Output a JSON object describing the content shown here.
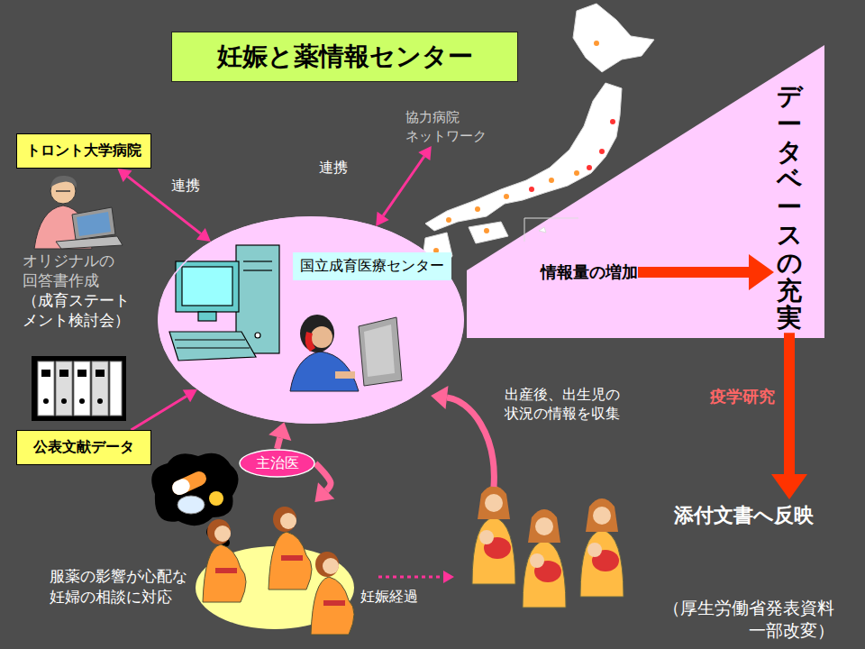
{
  "diagram": {
    "title": "妊娠と薬情報センター",
    "caption": "（厚生労働省発表資料 一部改変）",
    "nodes": [
      {
        "text": [
          "トロント大学病院"
        ]
      },
      {
        "text": [
          "公表文献データ"
        ]
      },
      {
        "text": [
          "協力病院 ネットワーク"
        ]
      },
      {
        "text": [
          "国立成育医療センター"
        ]
      },
      {
        "text": [
          "主治医"
        ]
      },
      {
        "text": [
          "服薬の影響が心配な 妊婦の相談に対応"
        ]
      },
      {
        "text": [
          "情報量の増加"
        ]
      },
      {
        "text": [
          "データベースの充実"
        ]
      },
      {
        "text": [
          "添付文書へ反映"
        ]
      }
    ],
    "edges": [
      {
        "from": 0,
        "to": 3,
        "arrow": "both",
        "label": "連携"
      },
      {
        "from": 2,
        "to": 3,
        "arrow": "both",
        "label": "連携"
      },
      {
        "from": 1,
        "to": 3,
        "arrow": "to"
      },
      {
        "from": 4,
        "to": 3,
        "arrow": "to"
      },
      {
        "from": 4,
        "to": 5,
        "arrow": "to"
      },
      {
        "from": 6,
        "to": 7,
        "arrow": "to"
      },
      {
        "from": 7,
        "to": 8,
        "arrow": "to",
        "label": "疫学研究"
      }
    ],
    "labels": [
      "オリジナルの 回答書作成",
      "（成育ステート メント検討会）",
      "出産後、出生児の 状況の情報を収集",
      "妊娠経過"
    ]
  }
}
